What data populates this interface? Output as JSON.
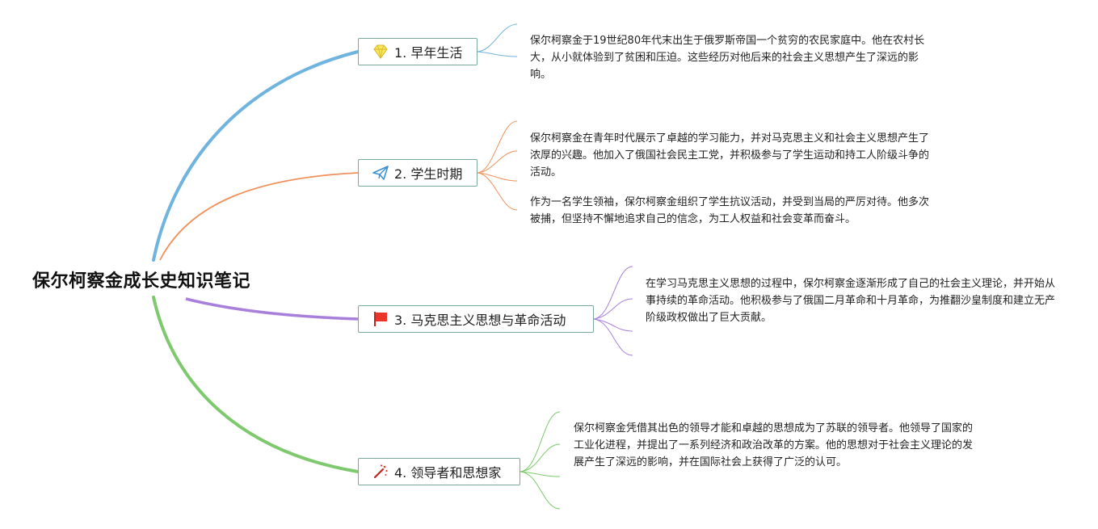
{
  "mindmap": {
    "root": {
      "title": "保尔柯察金成长史知识笔记"
    },
    "branches": [
      {
        "label": "1. 早年生活",
        "icon": "diamond-icon",
        "color": "#6fb3df",
        "notes": [
          "保尔柯察金于19世纪80年代末出生于俄罗斯帝国一个贫穷的农民家庭中。他在农村长大，从小就体验到了贫困和压迫。这些经历对他后来的社会主义思想产生了深远的影响。"
        ]
      },
      {
        "label": "2. 学生时期",
        "icon": "paper-plane-icon",
        "color": "#f0915c",
        "notes": [
          "保尔柯察金在青年时代展示了卓越的学习能力，并对马克思主义和社会主义思想产生了浓厚的兴趣。他加入了俄国社会民主工党，并积极参与了学生运动和持工人阶级斗争的活动。",
          "作为一名学生领袖，保尔柯察金组织了学生抗议活动，并受到当局的严厉对待。他多次被捕，但坚持不懈地追求自己的信念，为工人权益和社会变革而奋斗。"
        ]
      },
      {
        "label": "3. 马克思主义思想与革命活动",
        "icon": "red-flag-icon",
        "color": "#a97fdc",
        "notes": [
          "在学习马克思主义思想的过程中，保尔柯察金逐渐形成了自己的社会主义理论，并开始从事持续的革命活动。他积极参与了俄国二月革命和十月革命，为推翻沙皇制度和建立无产阶级政权做出了巨大贡献。"
        ]
      },
      {
        "label": "4. 领导者和思想家",
        "icon": "magic-wand-icon",
        "color": "#7ec96e",
        "notes": [
          "保尔柯察金凭借其出色的领导才能和卓越的思想成为了苏联的领导者。他领导了国家的工业化进程，并提出了一系列经济和政治改革的方案。他的思想对于社会主义理论的发展产生了深远的影响，并在国际社会上获得了广泛的认可。"
        ]
      }
    ]
  }
}
